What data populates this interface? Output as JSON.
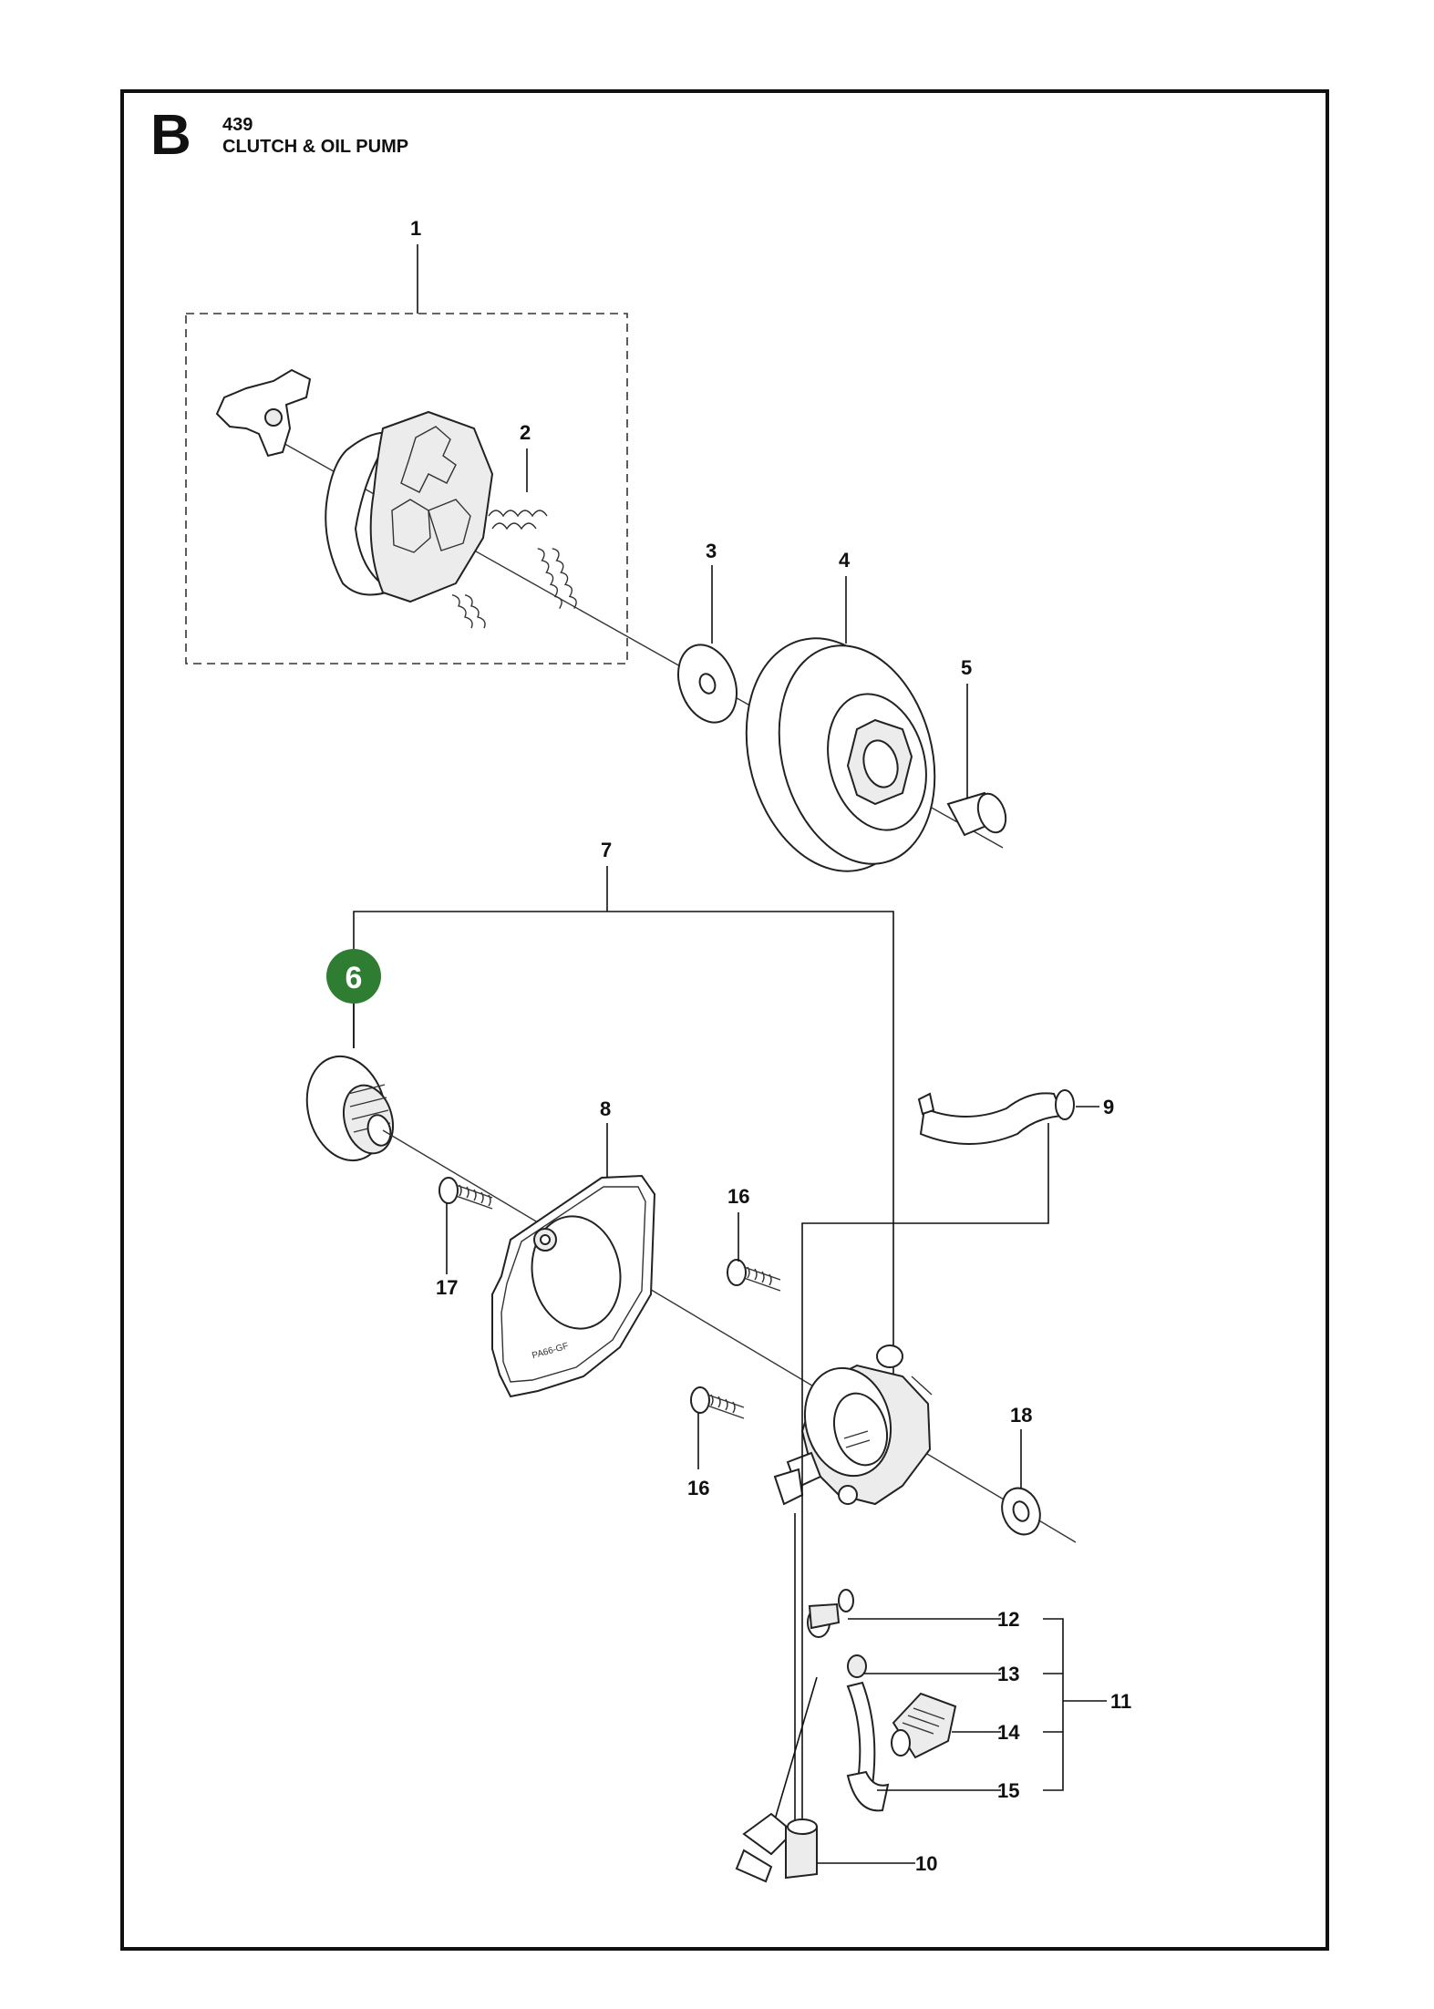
{
  "section": {
    "letter": "B",
    "model": "439",
    "title": "CLUTCH & OIL PUMP"
  },
  "callouts": {
    "c1": "1",
    "c2": "2",
    "c3": "3",
    "c4": "4",
    "c5": "5",
    "c6": "6",
    "c7": "7",
    "c8": "8",
    "c9": "9",
    "c10": "10",
    "c11": "11",
    "c12": "12",
    "c13": "13",
    "c14": "14",
    "c15": "15",
    "c16a": "16",
    "c16b": "16",
    "c17": "17",
    "c18": "18"
  },
  "highlight_color": "#2e7d32",
  "cover_stamp": "PA66-GF"
}
